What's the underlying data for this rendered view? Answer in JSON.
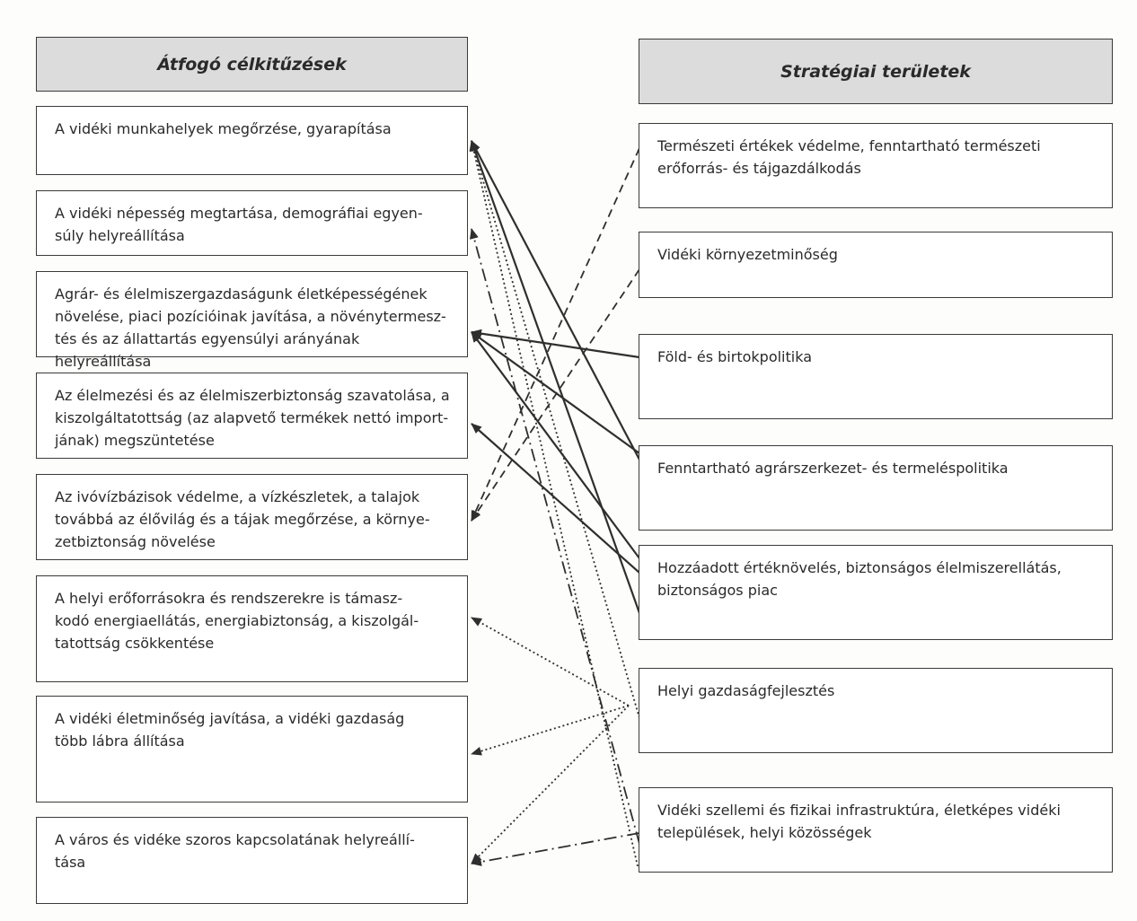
{
  "headers": {
    "left": "Átfogó célkitűzések",
    "right": "Stratégiai területek"
  },
  "left_boxes": [
    "A vidéki munkahelyek megőrzése, gyarapítása",
    "A vidéki népesség megtartása, demográfiai egyen-\nsúly helyreállítása",
    "Agrár- és élelmiszergazdaságunk életképességének\nnövelése, piaci pozícióinak javítása, a növénytermesz-\ntés és az állattartás egyensúlyi arányának helyreállítása",
    "Az élelmezési és az élelmiszerbiztonság szavatolása, a\nkiszolgáltatottság (az alapvető termékek nettó import-\njának) megszüntetése",
    "Az ivóvízbázisok védelme, a vízkészletek, a talajok\ntovábbá az élővilág és a tájak megőrzése, a környe-\nzetbiztonság növelése",
    "A helyi erőforrásokra és rendszerekre is támasz-\nkodó energiaellátás, energiabiztonság, a kiszolgál-\ntatottság csökkentése",
    "A vidéki életminőség javítása, a vidéki gazdaság\ntöbb lábra állítása",
    "A város és vidéke szoros kapcsolatának helyreállí-\ntása"
  ],
  "right_boxes": [
    "Természeti értékek védelme, fenntartható természeti\nerőforrás- és tájgazdálkodás",
    "Vidéki környezetminőség",
    "Föld- és birtokpolitika",
    "Fenntartható agrárszerkezet- és termeléspolitika",
    "Hozzáadott értéknövelés, biztonságos élelmiszerellátás,\nbiztonságos piac",
    "Helyi gazdaságfejlesztés",
    "Vidéki szellemi és fizikai infrastruktúra, életképes vidéki\ntelepülések, helyi közösségek"
  ],
  "connections": [
    {
      "from": 0,
      "to": 4,
      "style": "dashed"
    },
    {
      "from": 1,
      "to": 4,
      "style": "dashed"
    },
    {
      "from": 2,
      "to": 2,
      "style": "solid"
    },
    {
      "from": 3,
      "to": 0,
      "style": "solid"
    },
    {
      "from": 3,
      "to": 2,
      "style": "solid"
    },
    {
      "from": 4,
      "to": 0,
      "style": "solid"
    },
    {
      "from": 4,
      "to": 2,
      "style": "solid"
    },
    {
      "from": 4,
      "to": 3,
      "style": "solid"
    },
    {
      "from": 5,
      "to": 0,
      "style": "dotted"
    },
    {
      "from": 5,
      "to": 5,
      "style": "dotted"
    },
    {
      "from": 5,
      "to": 6,
      "style": "dotted"
    },
    {
      "from": 5,
      "to": 7,
      "style": "dotted"
    },
    {
      "from": 6,
      "to": 0,
      "style": "dotted"
    },
    {
      "from": 6,
      "to": 1,
      "style": "dashdot"
    },
    {
      "from": 6,
      "to": 7,
      "style": "dashdot"
    }
  ],
  "colors": {
    "line": "#2f2f2f",
    "header_bg": "#dcdcdc"
  }
}
